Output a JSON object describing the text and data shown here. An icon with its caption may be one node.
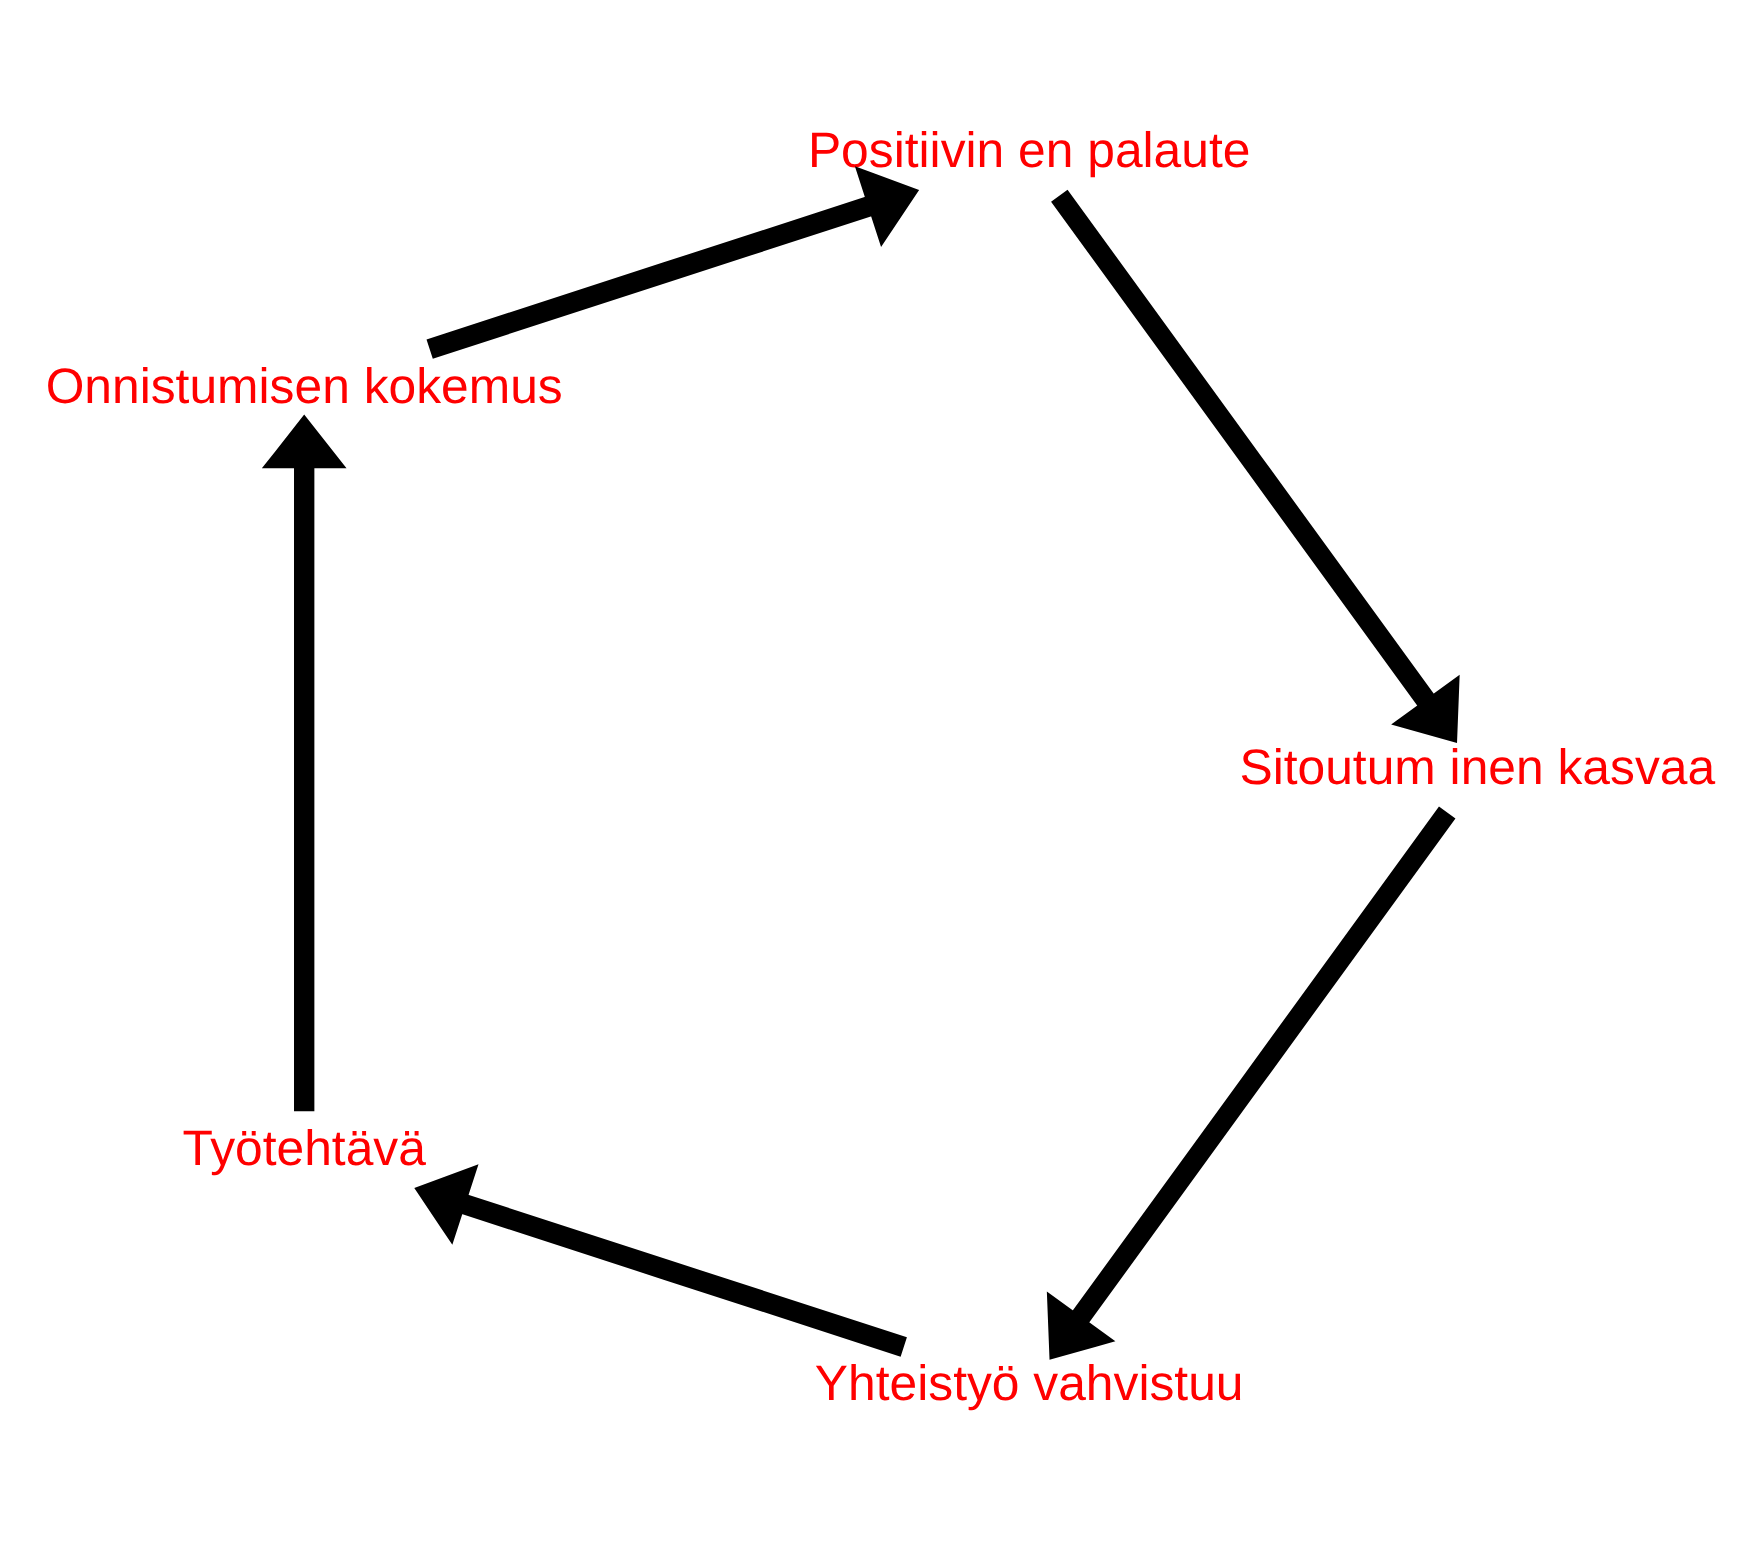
{
  "diagram": {
    "nodes": [
      {
        "text": [
          "Yhteistyö vahvistuu"
        ]
      },
      {
        "text": [
          "Työtehtävä"
        ]
      },
      {
        "text": [
          "Onnistumisen kokemus"
        ]
      },
      {
        "text": [
          "Positiivin en palaute"
        ]
      },
      {
        "text": [
          "Sitoutum inen kasvaa"
        ]
      }
    ],
    "edges": [
      {
        "from": 0,
        "to": 1,
        "arrow": "to"
      },
      {
        "from": 1,
        "to": 2,
        "arrow": "to"
      },
      {
        "from": 2,
        "to": 3,
        "arrow": "to"
      },
      {
        "from": 3,
        "to": 4,
        "arrow": "to"
      },
      {
        "from": 4,
        "to": 0,
        "arrow": "to"
      }
    ]
  }
}
